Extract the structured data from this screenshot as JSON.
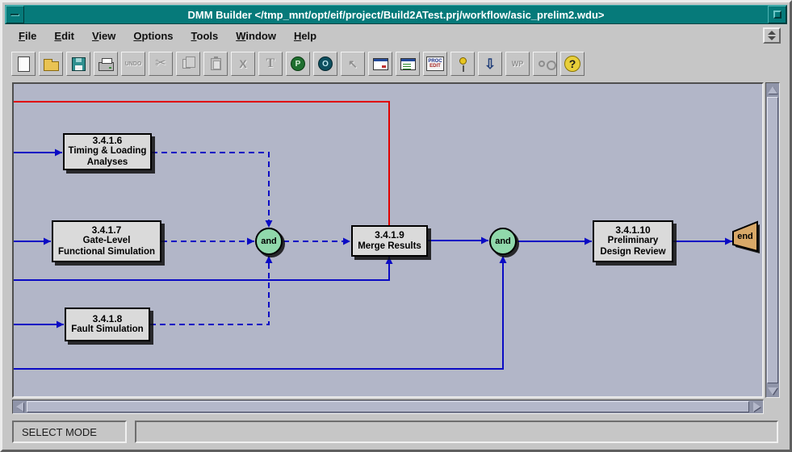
{
  "colors": {
    "titlebar": "#067a7a",
    "chrome": "#c6c6c6",
    "canvas": "#b2b6c8",
    "node-fill": "#dadada",
    "and-fill": "#90d8ab",
    "end-fill": "#d8a868",
    "line-blue": "#0b0bc4",
    "line-red": "#e00000",
    "sb-trough": "#8f94a8",
    "sb-thumb": "#b4b8ca"
  },
  "window": {
    "title": "DMM Builder </tmp_mnt/opt/eif/project/Build2ATest.prj/workflow/asic_prelim2.wdu>"
  },
  "menu": {
    "items": [
      {
        "label": "File",
        "mnemonic": "F",
        "rest": "ile"
      },
      {
        "label": "Edit",
        "mnemonic": "E",
        "rest": "dit"
      },
      {
        "label": "View",
        "mnemonic": "V",
        "rest": "iew"
      },
      {
        "label": "Options",
        "mnemonic": "O",
        "rest": "ptions"
      },
      {
        "label": "Tools",
        "mnemonic": "T",
        "rest": "ools"
      },
      {
        "label": "Window",
        "mnemonic": "W",
        "rest": "indow"
      },
      {
        "label": "Help",
        "mnemonic": "H",
        "rest": "elp"
      }
    ]
  },
  "toolbar": {
    "buttons": [
      {
        "name": "new-document",
        "icon": "new-page-icon"
      },
      {
        "name": "open-file",
        "icon": "open-folder-icon"
      },
      {
        "name": "save-file",
        "icon": "floppy-disk-icon"
      },
      {
        "name": "print",
        "icon": "printer-icon"
      },
      {
        "name": "undo",
        "icon": "undo-icon",
        "glyph": "UNDO",
        "disabled": true
      },
      {
        "name": "cut",
        "icon": "scissors-icon",
        "glyph": "✂",
        "disabled": true
      },
      {
        "name": "copy",
        "icon": "copy-icon",
        "disabled": true
      },
      {
        "name": "paste",
        "icon": "paste-icon",
        "disabled": true
      },
      {
        "name": "delete",
        "icon": "x-icon",
        "glyph": "X",
        "disabled": true
      },
      {
        "name": "text-tool",
        "icon": "letter-t-icon",
        "glyph": "T",
        "disabled": true
      },
      {
        "name": "process-tool",
        "icon": "p-circle-icon",
        "glyph": "P"
      },
      {
        "name": "object-tool",
        "icon": "o-circle-icon",
        "glyph": "O"
      },
      {
        "name": "pointer-tool",
        "icon": "cursor-icon",
        "glyph": "↖",
        "disabled": true
      },
      {
        "name": "open-window",
        "icon": "window-icon"
      },
      {
        "name": "window-list",
        "icon": "window-list-icon"
      },
      {
        "name": "proc-edit",
        "icon": "proc-edit-icon",
        "line1": "PROC",
        "line2": "EDIT"
      },
      {
        "name": "key-tool",
        "icon": "key-icon"
      },
      {
        "name": "import",
        "icon": "down-arrow-icon",
        "glyph": "⇩"
      },
      {
        "name": "wp",
        "icon": "wp-icon",
        "glyph": "WP",
        "disabled": true
      },
      {
        "name": "binoculars",
        "icon": "binoculars-icon",
        "disabled": true
      },
      {
        "name": "help",
        "icon": "question-mark-icon",
        "glyph": "?"
      }
    ]
  },
  "diagram": {
    "nodes": {
      "n6": {
        "id": "3.4.1.6",
        "line1": "Timing & Loading",
        "line2": "Analyses"
      },
      "n7": {
        "id": "3.4.1.7",
        "line1": "Gate-Level",
        "line2": "Functional Simulation"
      },
      "n8": {
        "id": "3.4.1.8",
        "line1": "Fault Simulation"
      },
      "n9": {
        "id": "3.4.1.9",
        "line1": "Merge Results"
      },
      "n10": {
        "id": "3.4.1.10",
        "line1": "Preliminary",
        "line2": "Design Review"
      },
      "and1": {
        "label": "and"
      },
      "and2": {
        "label": "and"
      },
      "end": {
        "label": "end"
      }
    },
    "edges": [
      {
        "from": "left-edge",
        "to": "3.4.1.6",
        "style": "solid-blue"
      },
      {
        "from": "left-edge",
        "to": "3.4.1.7",
        "style": "solid-blue"
      },
      {
        "from": "left-edge",
        "to": "3.4.1.8",
        "style": "solid-blue"
      },
      {
        "from": "3.4.1.6",
        "to": "and1",
        "style": "dashed-blue"
      },
      {
        "from": "3.4.1.7",
        "to": "and1",
        "style": "dashed-blue"
      },
      {
        "from": "3.4.1.8",
        "to": "and1",
        "style": "dashed-blue"
      },
      {
        "from": "and1",
        "to": "3.4.1.9",
        "style": "dashed-blue"
      },
      {
        "from": "left-edge",
        "to": "3.4.1.9",
        "style": "solid-blue"
      },
      {
        "from": "left-edge",
        "to": "3.4.1.9",
        "style": "solid-red"
      },
      {
        "from": "3.4.1.9",
        "to": "and2",
        "style": "solid-blue"
      },
      {
        "from": "left-edge",
        "to": "and2",
        "style": "solid-blue"
      },
      {
        "from": "and2",
        "to": "3.4.1.10",
        "style": "solid-blue"
      },
      {
        "from": "3.4.1.10",
        "to": "end",
        "style": "solid-blue"
      }
    ]
  },
  "statusbar": {
    "mode": "SELECT MODE"
  }
}
